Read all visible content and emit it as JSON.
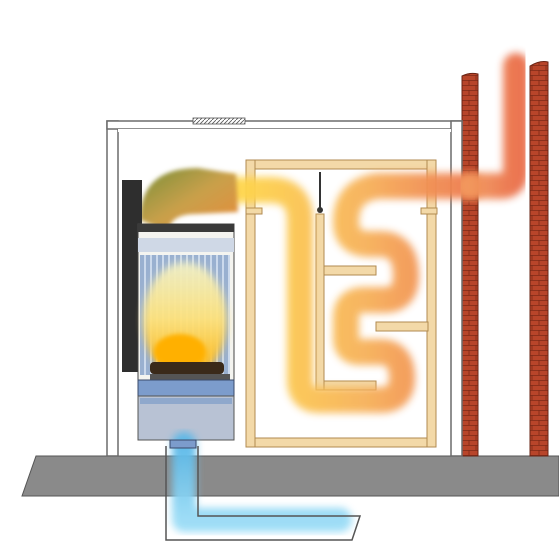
{
  "diagram": {
    "labels": [],
    "colors": {
      "floor": "#8a8a8a",
      "wall_brick": "#b8452a",
      "insulation": "#e8dfb8",
      "casing_outline": "#6b6b6b",
      "wood_frame": "#f3d9a8",
      "hot_gas": "#ffd84a",
      "warm_gas": "#f6a05a",
      "flue_gas": "#ee7a4e",
      "fresh_air": "#6fc8f0",
      "firebox_dark": "#2e2e2e",
      "flame": "#ffb000",
      "steel_blue": "#7c9ccc"
    },
    "components": [
      "floor-slab",
      "fireplace-casing",
      "fireplace-insert",
      "heat-exchanger-frame",
      "baffle-plates",
      "chimney-brick-wall",
      "insulation-layer",
      "flue-gas-path",
      "fresh-air-inlet-duct"
    ]
  }
}
